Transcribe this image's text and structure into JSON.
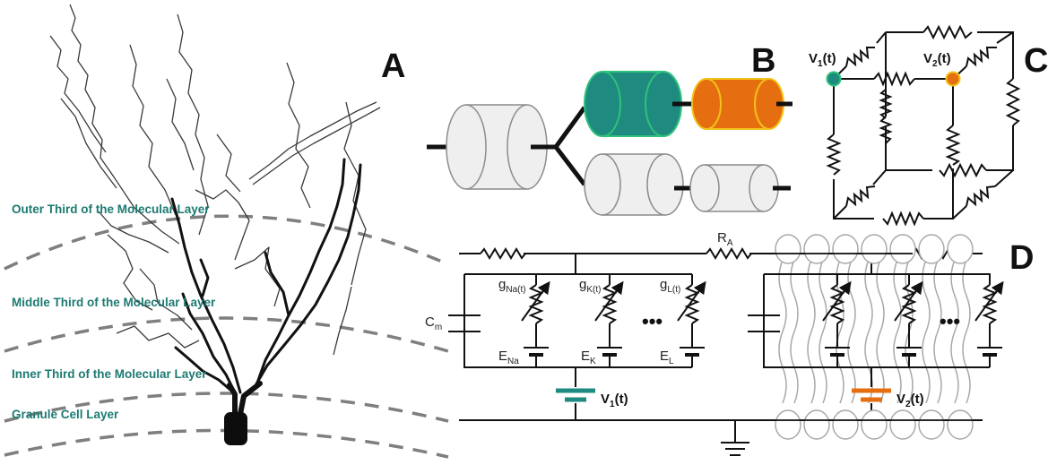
{
  "panels": {
    "a": "A",
    "b": "B",
    "c": "C",
    "d": "D"
  },
  "layers": {
    "outer": "Outer Third of the Molecular Layer",
    "middle": "Middle Third of the Molecular Layer",
    "inner": "Inner Third of the Molecular Layer",
    "granule": "Granule Cell Layer"
  },
  "panel_c": {
    "v1": "V",
    "v1_sub": "1",
    "v1_suffix": "(t)",
    "v2": "V",
    "v2_sub": "2",
    "v2_suffix": "(t)"
  },
  "panel_d": {
    "ra": "R",
    "ra_sub": "A",
    "cm": "C",
    "cm_sub": "m",
    "gna": "g",
    "gna_sub": "Na(t)",
    "gk": "g",
    "gk_sub": "K(t)",
    "gl": "g",
    "gl_sub": "L(t)",
    "ena": "E",
    "ena_sub": "Na",
    "ek": "E",
    "ek_sub": "K",
    "el": "E",
    "el_sub": "L",
    "ellipsis": "•••",
    "v1": "V",
    "v1_sub": "1",
    "v1_suffix": "(t)",
    "v2": "V",
    "v2_sub": "2",
    "v2_suffix": "(t)"
  },
  "colors": {
    "teal": "#1e8a80",
    "teal_edge": "#2ec27a",
    "orange": "#e56f10",
    "orange_edge": "#f2c21b",
    "gray_fill": "#efefef",
    "gray_edge": "#8c8c8c",
    "layer_text": "#1d7a72"
  },
  "icons": {
    "ground": "ground-icon",
    "battery": "battery-icon",
    "resistor": "resistor-icon",
    "variable_resistor": "variable-resistor-icon"
  }
}
